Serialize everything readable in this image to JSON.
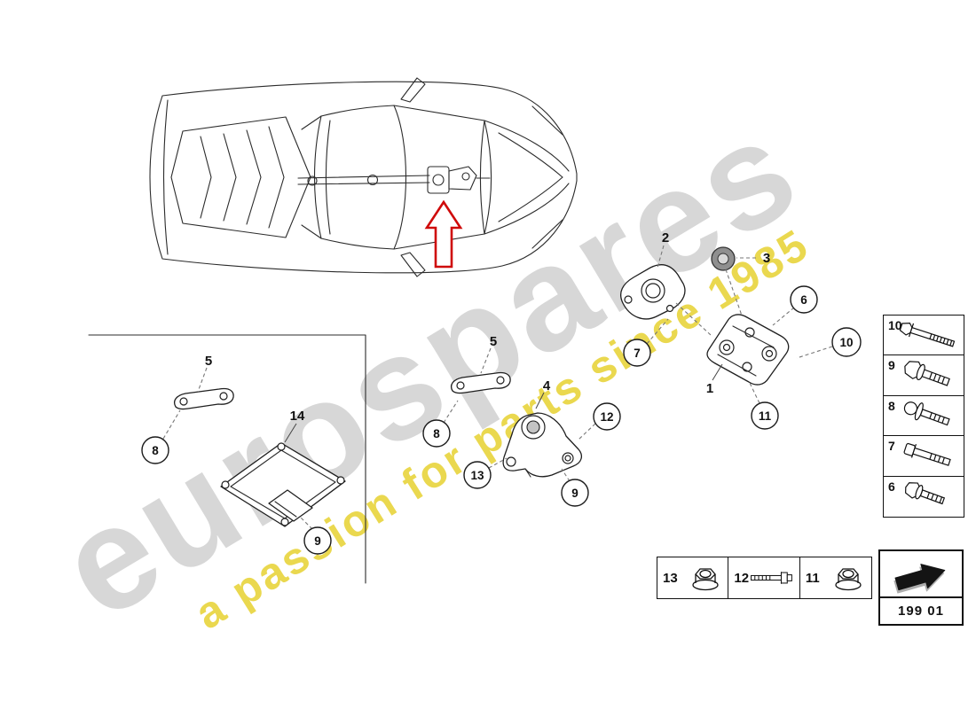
{
  "watermark": {
    "brand": "eurospares",
    "tagline": "a passion for parts since 1985"
  },
  "callouts": {
    "1": "1",
    "2": "2",
    "3": "3",
    "4": "4",
    "5": "5",
    "6": "6",
    "7": "7",
    "8": "8",
    "9": "9",
    "10": "10",
    "11": "11",
    "12": "12",
    "13": "13",
    "14": "14"
  },
  "fastener_legend": {
    "side_items": [
      {
        "number": "10",
        "icon": "long-hex-bolt-icon"
      },
      {
        "number": "9",
        "icon": "hex-flange-screw-icon"
      },
      {
        "number": "8",
        "icon": "screw-with-washer-icon"
      },
      {
        "number": "7",
        "icon": "socket-bolt-icon"
      },
      {
        "number": "6",
        "icon": "hex-flange-bolt-icon"
      }
    ],
    "bottom_items": [
      {
        "number": "13",
        "icon": "flange-nut-icon"
      },
      {
        "number": "12",
        "icon": "long-bolt-icon"
      },
      {
        "number": "11",
        "icon": "flange-nut-icon"
      }
    ]
  },
  "diagram_code": {
    "label": "199 01",
    "icon": "direction-arrow-icon"
  }
}
